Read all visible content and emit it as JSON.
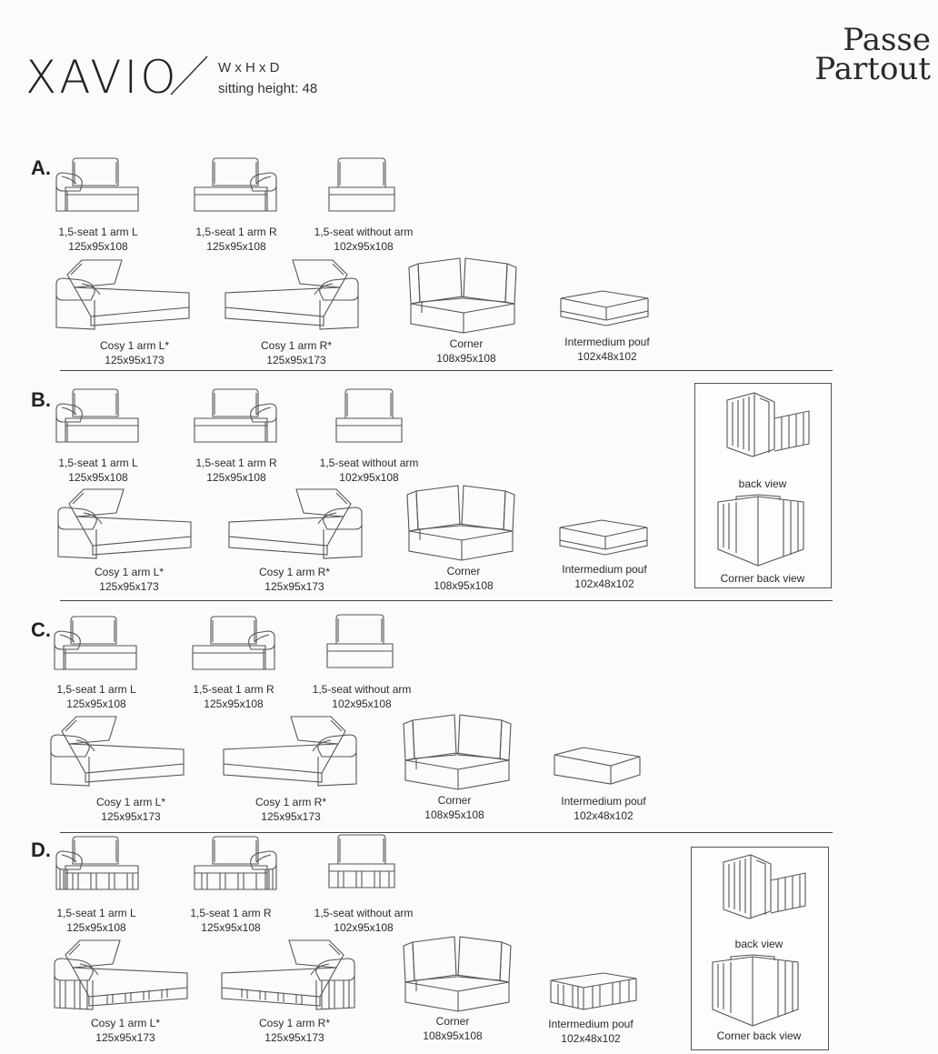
{
  "header": {
    "title": "XAVIO",
    "dims": "W x H x D",
    "sitting_height": "sitting height: 48",
    "brand_line1": "Passe",
    "brand_line2": "Partout"
  },
  "sections": [
    {
      "letter": "A.",
      "items": [
        {
          "name": "1,5-seat 1 arm L",
          "size": "125x95x108"
        },
        {
          "name": "1,5-seat 1 arm R",
          "size": "125x95x108"
        },
        {
          "name": "1,5-seat without arm",
          "size": "102x95x108"
        },
        {
          "name": "Cosy 1 arm L*",
          "size": "125x95x173"
        },
        {
          "name": "Cosy 1 arm R*",
          "size": "125x95x173"
        },
        {
          "name": "Corner",
          "size": "108x95x108"
        },
        {
          "name": "Intermedium pouf",
          "size": "102x48x102"
        }
      ]
    },
    {
      "letter": "B.",
      "items": [
        {
          "name": "1,5-seat 1 arm L",
          "size": "125x95x108"
        },
        {
          "name": "1,5-seat 1 arm R",
          "size": "125x95x108"
        },
        {
          "name": "1,5-seat without arm",
          "size": "102x95x108"
        },
        {
          "name": "Cosy 1 arm L*",
          "size": "125x95x173"
        },
        {
          "name": "Cosy 1 arm R*",
          "size": "125x95x173"
        },
        {
          "name": "Corner",
          "size": "108x95x108"
        },
        {
          "name": "Intermedium pouf",
          "size": "102x48x102"
        }
      ],
      "panel": {
        "back_view": "back view",
        "corner_back_view": "Corner back  view"
      }
    },
    {
      "letter": "C.",
      "items": [
        {
          "name": "1,5-seat 1 arm L",
          "size": "125x95x108"
        },
        {
          "name": "1,5-seat 1 arm R",
          "size": "125x95x108"
        },
        {
          "name": "1,5-seat without arm",
          "size": "102x95x108"
        },
        {
          "name": "Cosy 1 arm L*",
          "size": "125x95x173"
        },
        {
          "name": "Cosy 1 arm R*",
          "size": "125x95x173"
        },
        {
          "name": "Corner",
          "size": "108x95x108"
        },
        {
          "name": "Intermedium pouf",
          "size": "102x48x102"
        }
      ]
    },
    {
      "letter": "D.",
      "items": [
        {
          "name": "1,5-seat 1 arm L",
          "size": "125x95x108"
        },
        {
          "name": "1,5-seat 1 arm R",
          "size": "125x95x108"
        },
        {
          "name": "1,5-seat without arm",
          "size": "102x95x108"
        },
        {
          "name": "Cosy 1 arm L*",
          "size": "125x95x173"
        },
        {
          "name": "Cosy 1 arm R*",
          "size": "125x95x173"
        },
        {
          "name": "Corner",
          "size": "108x95x108"
        },
        {
          "name": "Intermedium pouf",
          "size": "102x48x102"
        }
      ],
      "panel": {
        "back_view": "back view",
        "corner_back_view": "Corner back  view"
      }
    }
  ]
}
